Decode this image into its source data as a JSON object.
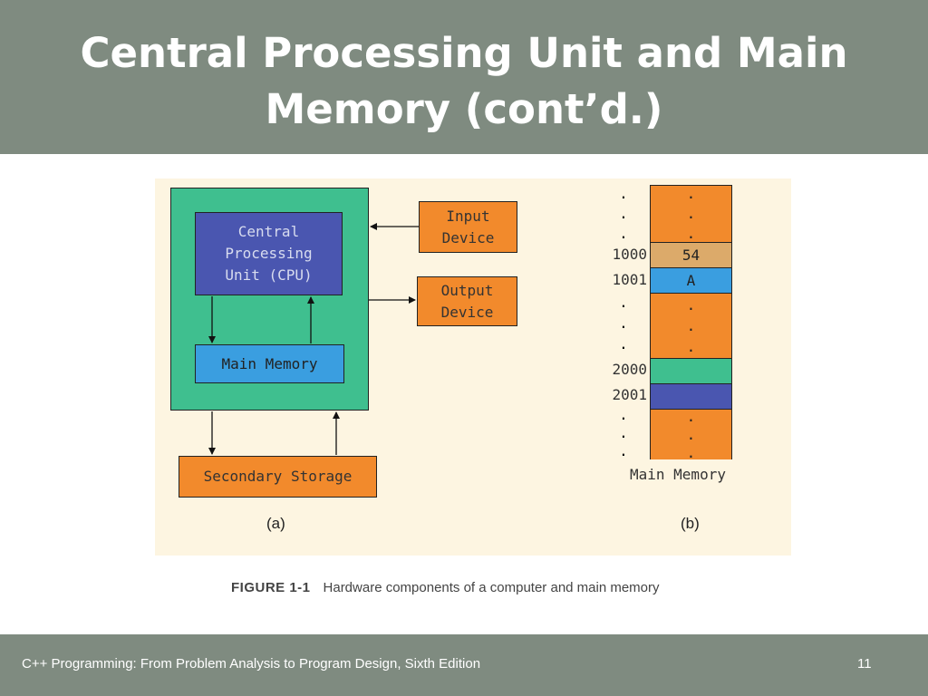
{
  "slide": {
    "title_line1": "Central Processing Unit and Main",
    "title_line2": "Memory (cont’d.)"
  },
  "figure_a": {
    "cpu": "Central\nProcessing\nUnit (CPU)",
    "main_memory": "Main Memory",
    "input_device": "Input\nDevice",
    "output_device": "Output\nDevice",
    "secondary_storage": "Secondary Storage",
    "label": "(a)"
  },
  "figure_b": {
    "addresses": [
      "1000",
      "1001",
      "2000",
      "2001"
    ],
    "values": [
      "54",
      "A"
    ],
    "dot": ".",
    "title": "Main Memory",
    "label": "(b)"
  },
  "caption": {
    "figure_number": "FIGURE 1-1",
    "text": "Hardware components of a computer and main memory"
  },
  "footer": {
    "book": "C++ Programming: From Problem Analysis to Program Design, Sixth Edition",
    "page": "11"
  },
  "colors": {
    "header_bg": "#7f8b80",
    "figure_bg": "#fdf5e1",
    "computer_green": "#3fbf8f",
    "cpu_blue": "#4a56b0",
    "memory_blue": "#3a9ee0",
    "orange": "#f28a2c",
    "tan": "#dcaa6a"
  }
}
